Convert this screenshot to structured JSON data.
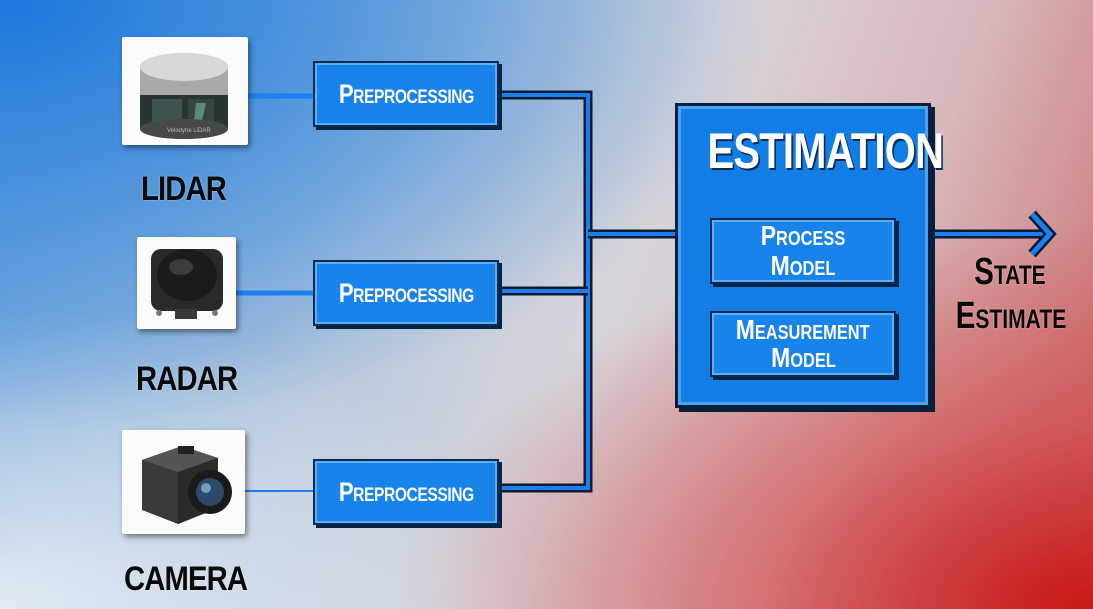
{
  "sensors": [
    {
      "name": "LIDAR",
      "image_caption": "Velodyne LiDAR"
    },
    {
      "name": "RADAR"
    },
    {
      "name": "CAMERA"
    }
  ],
  "preprocessing": [
    "Preprocessing",
    "Preprocessing",
    "Preprocessing"
  ],
  "estimation": {
    "title": "ESTIMATION",
    "process_model": "Process Model",
    "measurement_model_line1": "Measurement",
    "measurement_model_line2": "Model"
  },
  "output": {
    "line1": "State",
    "line2": "Estimate"
  },
  "colors": {
    "box_blue": "#1883ea",
    "wire_blue": "#1a7ff0",
    "dark_line": "#0a1a30"
  }
}
